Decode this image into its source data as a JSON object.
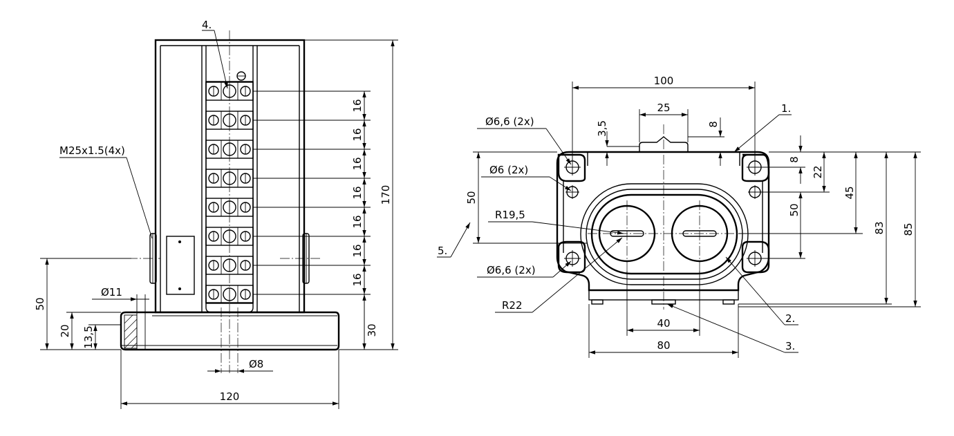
{
  "side_view": {
    "dims": {
      "d_16": "16",
      "d_170": "170",
      "d_30": "30",
      "d_50": "50",
      "d_20": "20",
      "d_13_5": "13,5",
      "d_phi11": "Ø11",
      "d_phi8": "Ø8",
      "d_120": "120",
      "thread": "M25x1.5(4x)"
    },
    "callouts": {
      "c4": "4."
    }
  },
  "front_view": {
    "dims": {
      "d_100": "100",
      "d_25": "25",
      "d_3_5": "3,5",
      "d_8_top": "8",
      "d_8_side": "8",
      "d_22": "22",
      "d_45": "45",
      "d_50_right": "50",
      "d_83": "83",
      "d_85": "85",
      "d_50_left": "50",
      "d_40": "40",
      "d_80": "80",
      "phi66_top": "Ø6,6 (2x)",
      "phi6": "Ø6 (2x)",
      "r195": "R19,5",
      "phi66_bottom": "Ø6,6 (2x)",
      "r22": "R22"
    },
    "callouts": {
      "c1": "1.",
      "c2": "2.",
      "c3": "3.",
      "c5": "5."
    }
  }
}
